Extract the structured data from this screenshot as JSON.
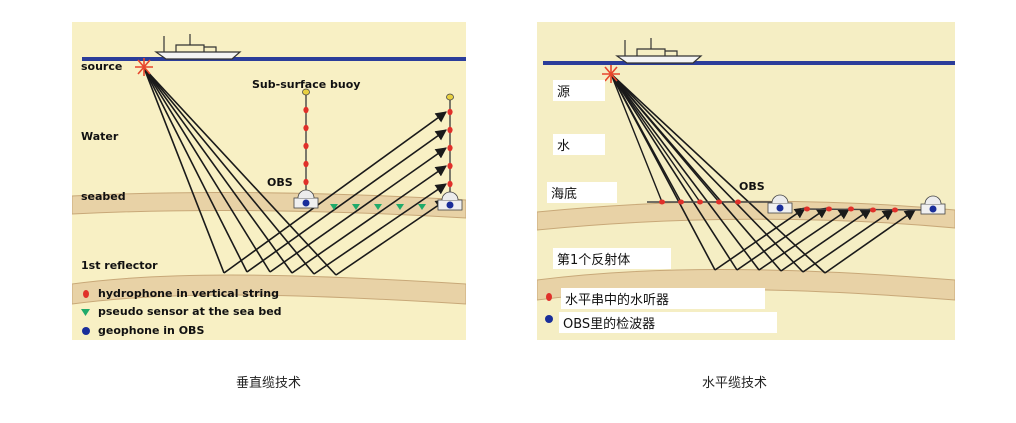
{
  "left_panel": {
    "labels": {
      "source": "source",
      "water": "Water",
      "seabed": "seabed",
      "reflector": "1st reflector",
      "buoy": "Sub-surface buoy",
      "obs": "OBS"
    },
    "legend": [
      {
        "text": "hydrophone in vertical string",
        "marker": "red-oval"
      },
      {
        "text": "pseudo sensor at the sea bed",
        "marker": "green-triangle"
      },
      {
        "text": "geophone in OBS",
        "marker": "blue-dot"
      }
    ],
    "caption": "垂直缆技术"
  },
  "right_panel": {
    "labels": {
      "source": "源",
      "water": "水",
      "seabed": "海底",
      "reflector": "第1个反射体",
      "obs": "OBS"
    },
    "legend": [
      {
        "text": "水平串中的水听器",
        "marker": "red-oval"
      },
      {
        "text": "OBS里的检波器",
        "marker": "blue-dot"
      }
    ],
    "caption": "水平缆技术"
  },
  "colors": {
    "panel_bg": "#f8f0c4",
    "sea_surface": "#2b3d9a",
    "seabed_band": "#e8d2a6",
    "rays": "#1a1a1a",
    "hydrophone": "#e0302a",
    "pseudo_sensor": "#1faa6a",
    "geophone": "#1a2e9a",
    "source_star": "#e8462c"
  }
}
